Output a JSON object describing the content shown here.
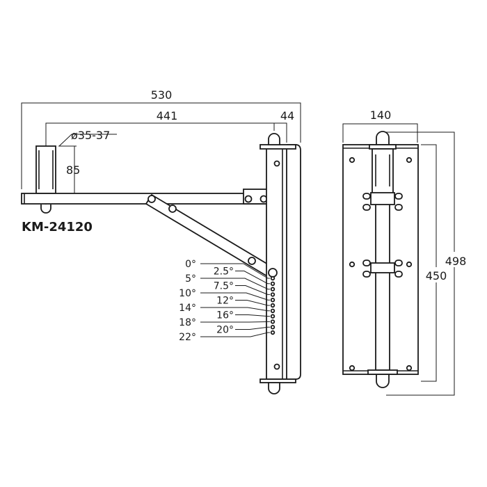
{
  "model": "KM-24120",
  "dimensions": {
    "total_width": "530",
    "arm_length": "441",
    "plate_offset": "44",
    "tube_diameter": "ø35-37",
    "tube_height": "85",
    "plate_width": "140",
    "total_height": "498",
    "plate_height": "450"
  },
  "angles": [
    "0°",
    "2.5°",
    "5°",
    "7.5°",
    "10°",
    "12°",
    "14°",
    "16°",
    "18°",
    "20°",
    "22°"
  ]
}
